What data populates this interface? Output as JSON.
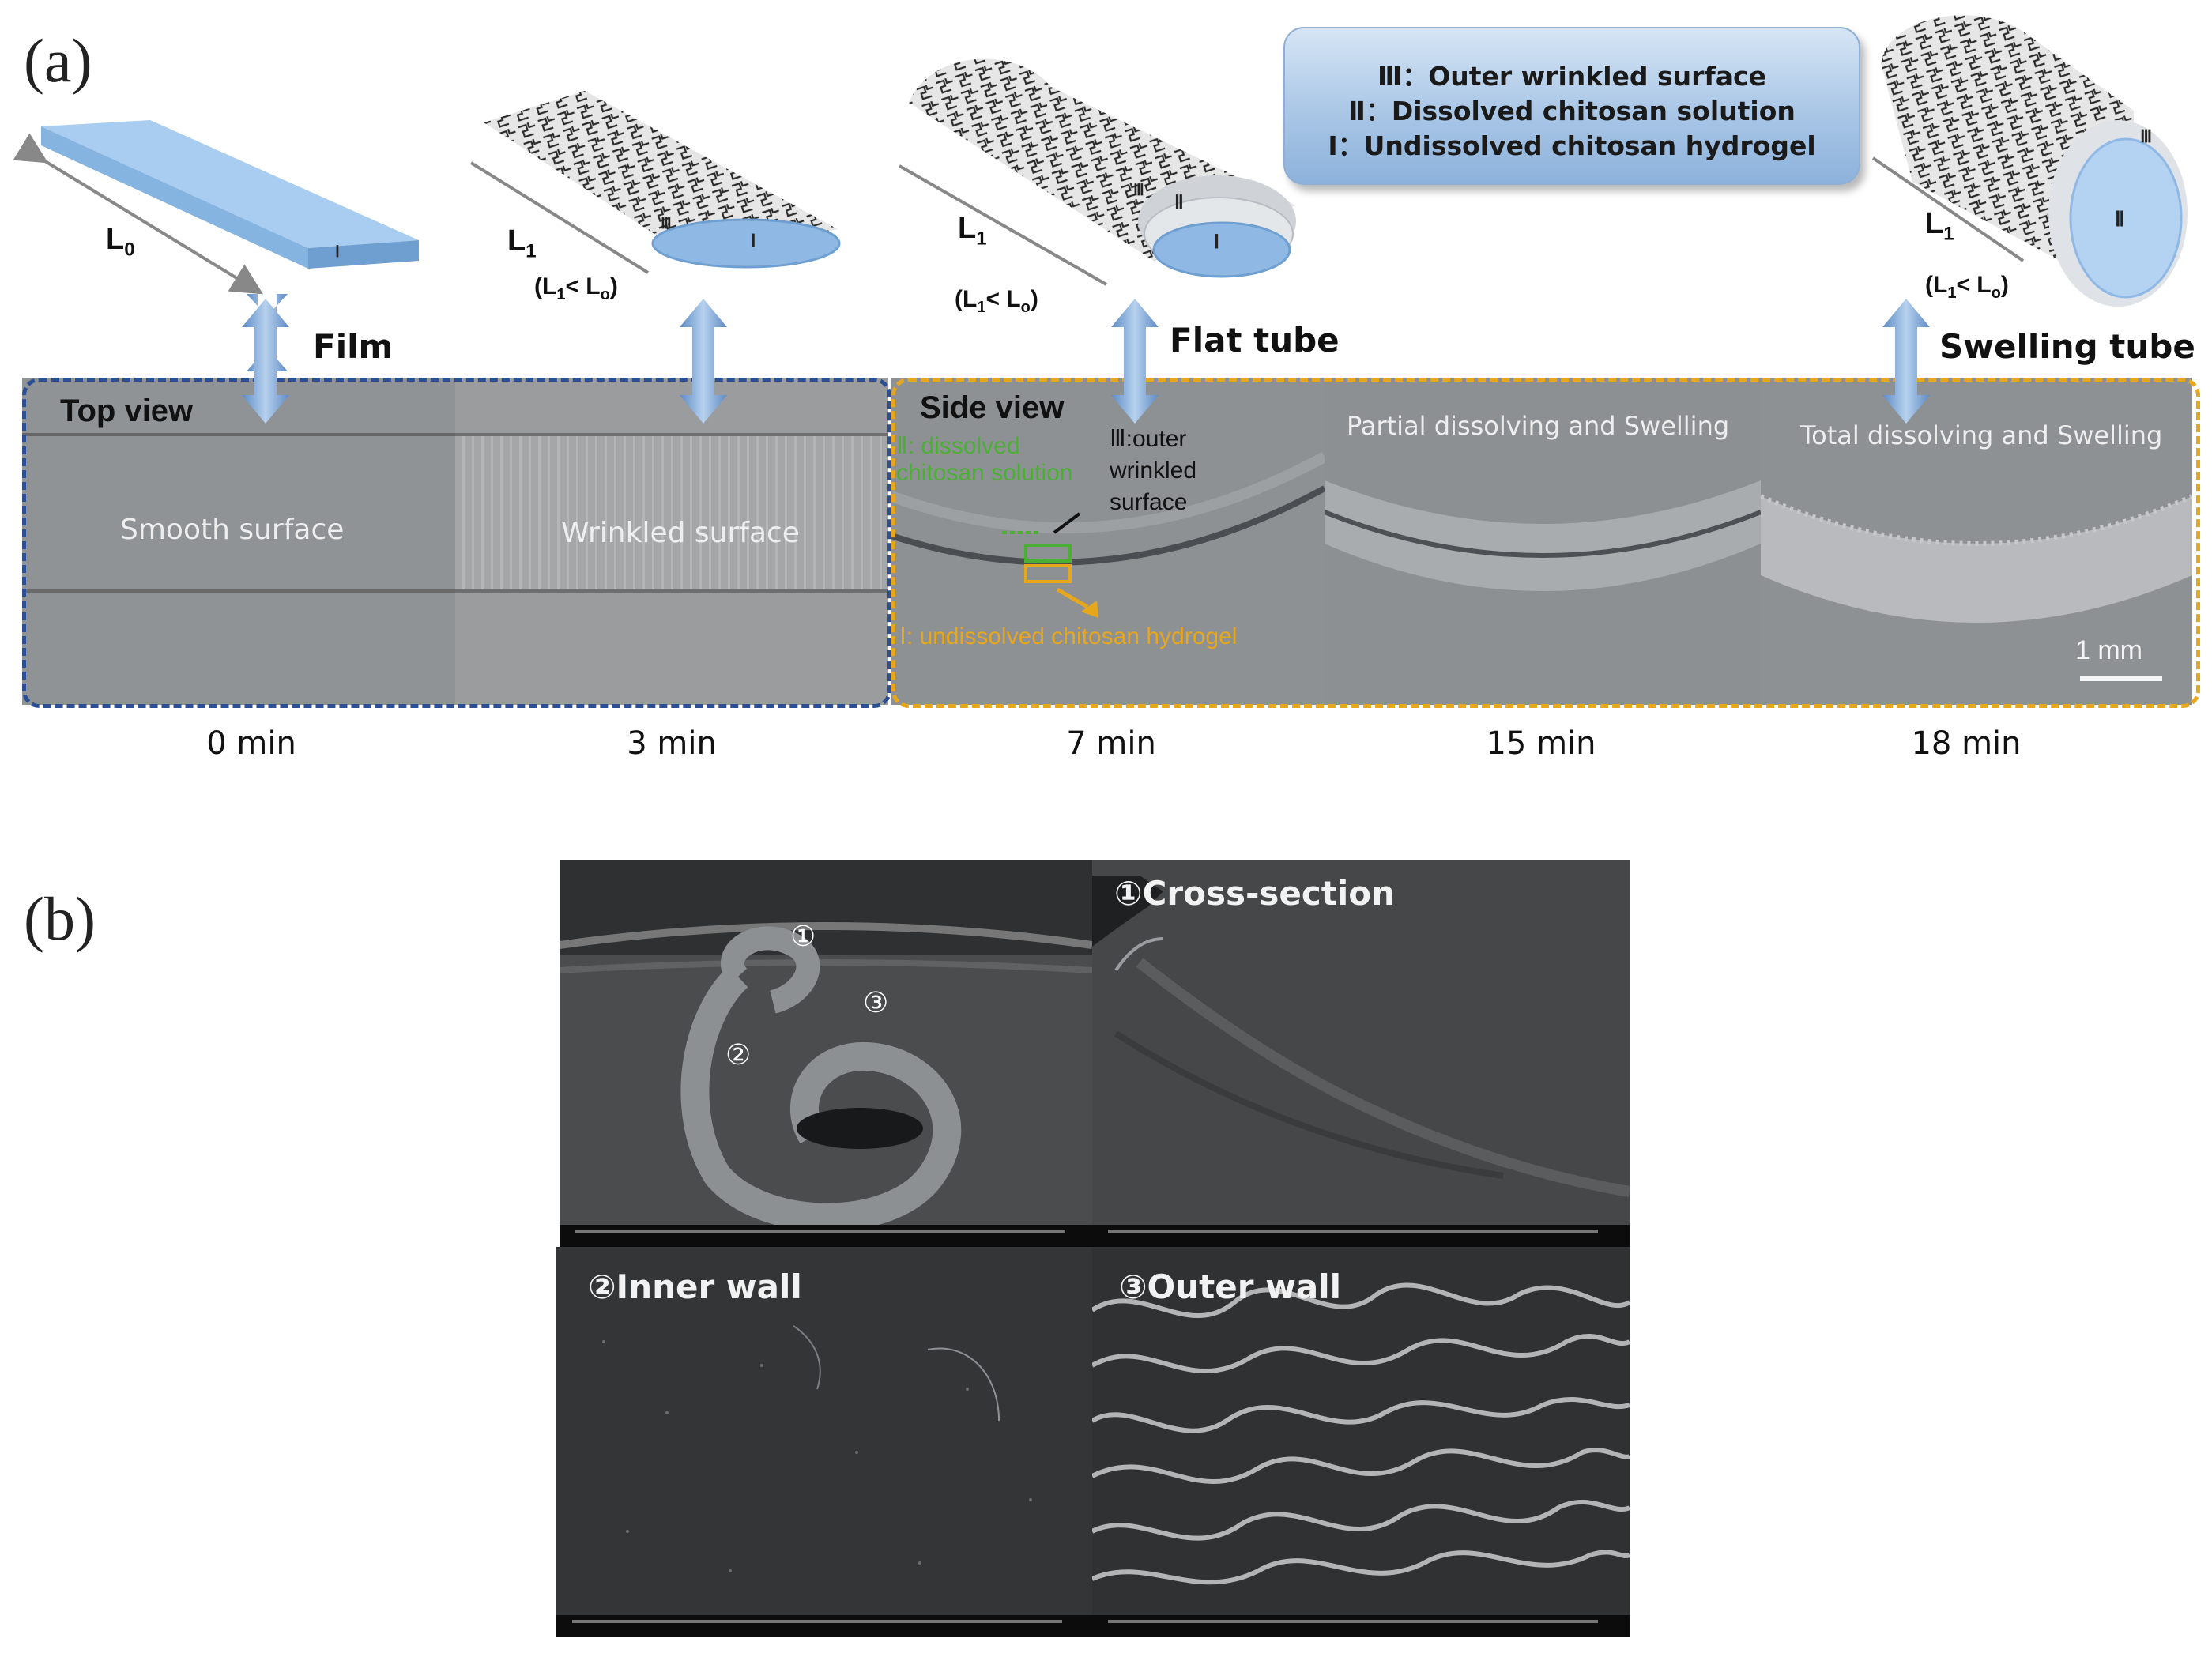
{
  "panel_a_label": "(a)",
  "panel_b_label": "(b)",
  "legend": {
    "line1": "Ⅲ：Outer wrinkled surface",
    "line2": "Ⅱ：Dissolved chitosan solution",
    "line3": "Ⅰ：Undissolved chitosan hydrogel"
  },
  "schematics": {
    "film_length": "L",
    "film_length_sub": "0",
    "wrinkled_length": "L",
    "wrinkled_length_sub": "1",
    "constraint_text": "(L",
    "constraint_sub1": "1",
    "constraint_mid": "< L",
    "constraint_sub2": "o",
    "constraint_end": ")",
    "layer_1": "Ⅰ",
    "layer_2": "Ⅱ",
    "layer_3": "Ⅲ"
  },
  "stages": {
    "film": "Film",
    "flat_tube": "Flat tube",
    "swelling_tube": "Swelling  tube"
  },
  "photos": {
    "top_view": "Top view",
    "smooth": "Smooth surface",
    "wrinkled": "Wrinkled surface",
    "side_view": "Side view",
    "dissolved_label": "Ⅱ: dissolved chitosan solution",
    "outer_label": "Ⅲ:outer wrinkled surface",
    "undissolved_label": "Ⅰ: undissolved chitosan hydrogel",
    "partial": "Partial dissolving and Swelling",
    "total": "Total dissolving and Swelling",
    "scale_bar": "1 mm"
  },
  "times": [
    "0 min",
    "3 min",
    "7 min",
    "15 min",
    "18 min"
  ],
  "sem": {
    "cross_section": "①Cross-section",
    "inner_wall": "②Inner wall",
    "outer_wall": "③Outer wall",
    "marker_1": "①",
    "marker_2": "②",
    "marker_3": "③"
  },
  "colors": {
    "film_blue": "#9cc3ea",
    "blue_dash": "#2c4f93",
    "orange_dash": "#e7a71c",
    "arrow_blue": "#7ea6d4",
    "green_label": "#4caf35",
    "orange_label": "#e7a71c"
  }
}
